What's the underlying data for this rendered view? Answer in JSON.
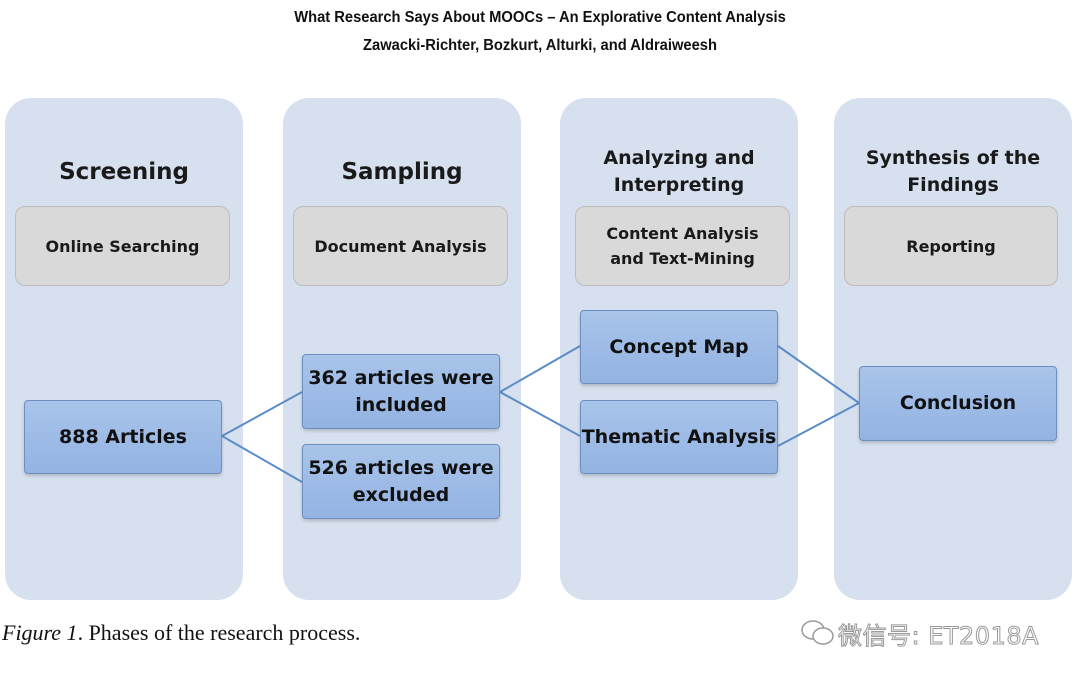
{
  "header": {
    "title": "What Research Says About MOOCs – An Explorative Content Analysis",
    "authors": "Zawacki-Richter, Bozkurt, Alturki, and Aldraiweesh"
  },
  "phases": [
    {
      "title_line1": "Screening",
      "title_line2": "",
      "activity": "Online Searching"
    },
    {
      "title_line1": "Sampling",
      "title_line2": "",
      "activity": "Document Analysis"
    },
    {
      "title_line1": "Analyzing and",
      "title_line2": "Interpreting",
      "activity_line1": "Content Analysis",
      "activity_line2": "and Text-Mining"
    },
    {
      "title_line1": "Synthesis of the",
      "title_line2": "Findings",
      "activity": "Reporting"
    }
  ],
  "nodes": {
    "articles": "888 Articles",
    "included_line1": "362 articles were",
    "included_line2": "included",
    "excluded_line1": "526 articles were",
    "excluded_line2": "excluded",
    "concept_map": "Concept Map",
    "thematic": "Thematic Analysis",
    "conclusion": "Conclusion"
  },
  "caption": {
    "label": "Figure 1",
    "text": ". Phases of the research process."
  },
  "watermark": "微信号: ET2018A",
  "colors": {
    "phase_bg": "#d6e0ef",
    "grey_box": "#d9d9d9",
    "blue_box": "#9dbbe6",
    "connector": "#5b8cc6"
  }
}
